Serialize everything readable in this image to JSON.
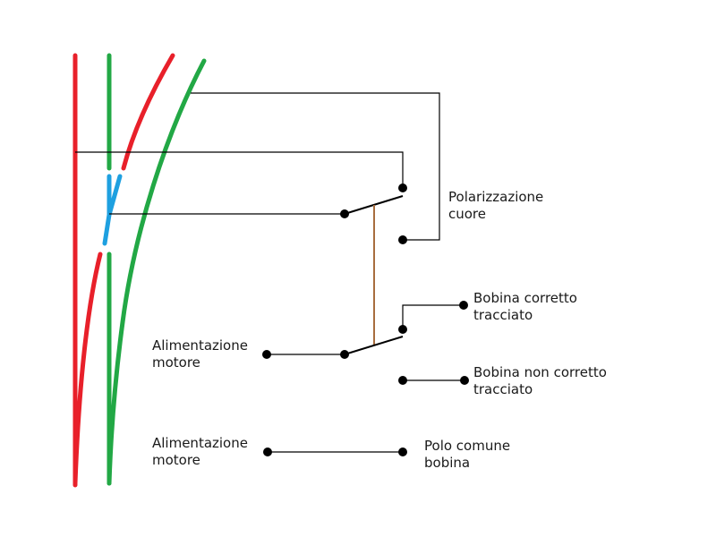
{
  "colors": {
    "rail_red": "#e8202a",
    "rail_green": "#22a845",
    "frog_blue": "#1ea0e0",
    "linkage_brown": "#a86d3e",
    "wire": "#000000"
  },
  "labels": {
    "frog_polarization_1": "Polarizzazione",
    "frog_polarization_2": "cuore",
    "coil_correct_1": "Bobina corretto",
    "coil_correct_2": "tracciato",
    "coil_incorrect_1": "Bobina non corretto",
    "coil_incorrect_2": "tracciato",
    "motor_power_a_1": "Alimentazione",
    "motor_power_a_2": "motore",
    "motor_power_b_1": "Alimentazione",
    "motor_power_b_2": "motore",
    "common_pole_1": "Polo comune",
    "common_pole_2": "bobina"
  }
}
